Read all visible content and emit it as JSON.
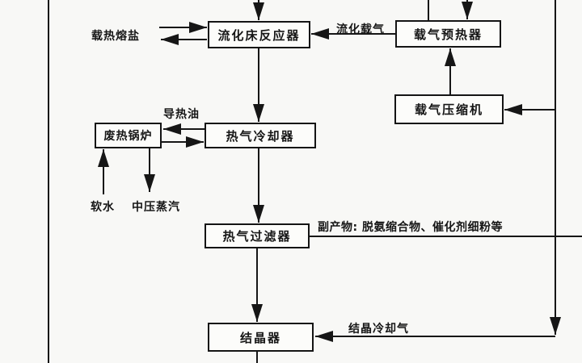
{
  "diagram": {
    "type": "process-flow-diagram",
    "nodes": {
      "reactor": {
        "label": "流化床反应器"
      },
      "preheater": {
        "label": "载气预热器"
      },
      "compressor": {
        "label": "载气压缩机"
      },
      "boiler": {
        "label": "废热锅炉"
      },
      "cooler": {
        "label": "热气冷却器"
      },
      "filter": {
        "label": "热气过滤器"
      },
      "crystallizer": {
        "label": "结晶器"
      }
    },
    "labels": {
      "molten_salt": "载热熔盐",
      "fluidizing_gas": "流化载气",
      "heat_transfer_oil": "导热油",
      "soft_water": "软水",
      "mp_steam": "中压蒸汽",
      "byproduct": "副产物:  脱氨缩合物、催化剂细粉等",
      "crystal_cooling_gas": "结晶冷却气"
    },
    "colors": {
      "line": "#161616",
      "background": "#f8f8f6",
      "box_fill": "#fcfcfa"
    }
  }
}
